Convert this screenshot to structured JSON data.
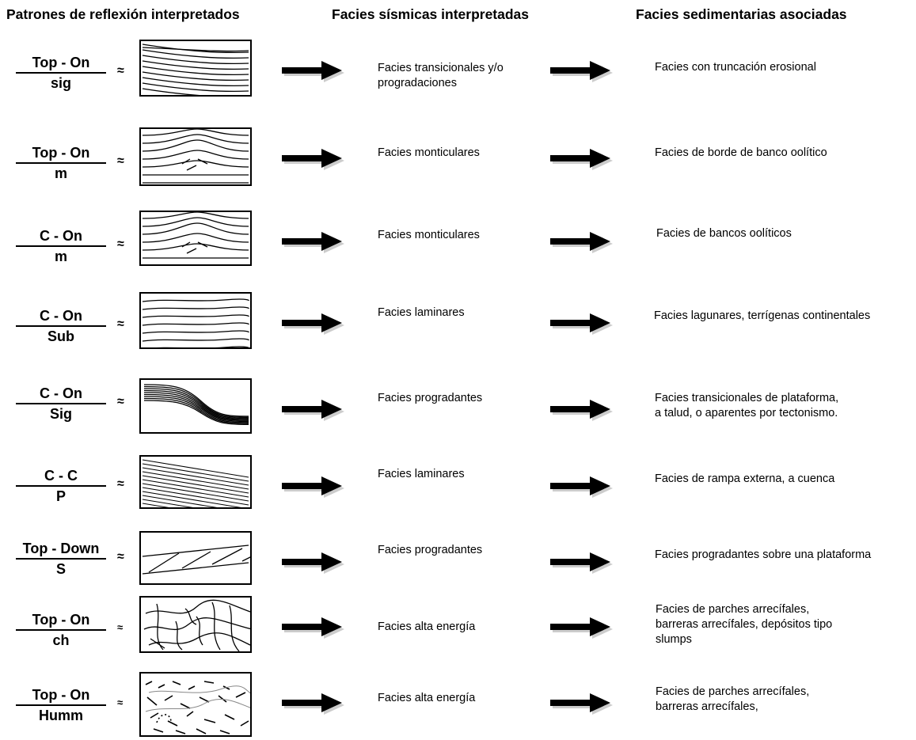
{
  "headers": {
    "col1": "Patrones de reflexión interpretados",
    "col2": "Facies sísmicas interpretadas",
    "col3": "Facies sedimentarias asociadas"
  },
  "rows": [
    {
      "num": "Top - On",
      "den": "sig",
      "approx": "≈",
      "seismic": "Facies transicionales y/o\nprogradaciones",
      "sedimentary": "Facies con truncación erosional",
      "pattern": "truncation-icon"
    },
    {
      "num": "Top - On",
      "den": "m",
      "approx": "≈",
      "seismic": "Facies monticulares",
      "sedimentary": "Facies de borde de banco oolítico",
      "pattern": "mound-icon"
    },
    {
      "num": "C - On",
      "den": "m",
      "approx": "≈",
      "seismic": "Facies monticulares",
      "sedimentary": "Facies de bancos oolíticos",
      "pattern": "mound-icon"
    },
    {
      "num": "C - On",
      "den": "Sub",
      "approx": "≈",
      "seismic": "Facies laminares",
      "sedimentary": "Facies lagunares, terrígenas continentales",
      "pattern": "subparallel-icon"
    },
    {
      "num": "C - On",
      "den": "Sig",
      "approx": "≈",
      "seismic": "Facies progradantes",
      "sedimentary": "Facies transicionales de plataforma,\na talud, o aparentes por tectonismo.",
      "pattern": "sigmoid-icon"
    },
    {
      "num": "C - C",
      "den": "P",
      "approx": "≈",
      "seismic": "Facies laminares",
      "sedimentary": "Facies de rampa externa, a cuenca",
      "pattern": "parallel-icon"
    },
    {
      "num": "Top - Down",
      "den": "S",
      "approx": "≈",
      "seismic": "Facies progradantes",
      "sedimentary": "Facies progradantes sobre una plataforma",
      "pattern": "oblique-icon"
    },
    {
      "num": "Top - On",
      "den": "ch",
      "approx": "≈",
      "seismic": "Facies alta energía",
      "sedimentary": "Facies de parches arrecífales,\nbarreras arrecífales, depósitos tipo\nslumps",
      "pattern": "chaotic-icon"
    },
    {
      "num": "Top - On",
      "den": "Humm",
      "approx": "≈",
      "seismic": "Facies alta energía",
      "sedimentary": "Facies de parches arrecífales,\nbarreras arrecífales,",
      "pattern": "hummocky-icon"
    }
  ]
}
